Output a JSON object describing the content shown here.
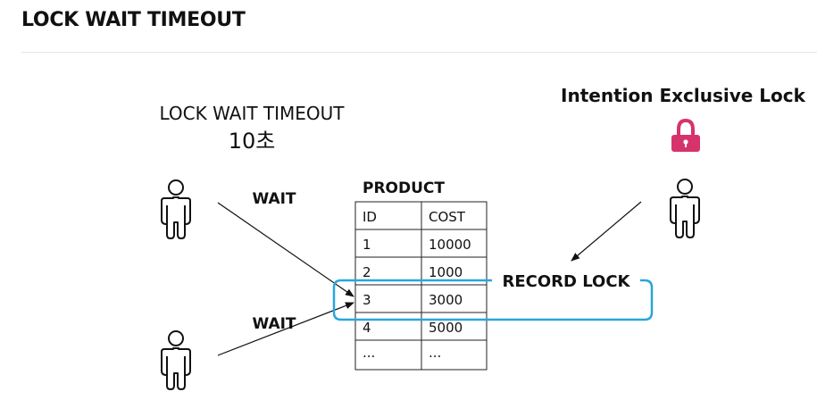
{
  "page": {
    "heading": "LOCK WAIT TIMEOUT"
  },
  "diagram": {
    "timeout_label": "LOCK WAIT TIMEOUT",
    "timeout_value": "10초",
    "intention_lock_label": "Intention Exclusive Lock",
    "wait_label_top": "WAIT",
    "wait_label_bottom": "WAIT",
    "record_lock_label": "RECORD LOCK",
    "lock_icon": "lock-icon",
    "person_icon": "person-outline-icon",
    "colors": {
      "lock": "#d6336c",
      "record_lock_outline": "#29a6d9",
      "text": "#111111"
    },
    "table": {
      "name": "PRODUCT",
      "headers": [
        "ID",
        "COST"
      ],
      "rows": [
        [
          "1",
          "10000"
        ],
        [
          "2",
          "1000"
        ],
        [
          "3",
          "3000"
        ],
        [
          "4",
          "5000"
        ],
        [
          "...",
          "..."
        ]
      ]
    }
  }
}
